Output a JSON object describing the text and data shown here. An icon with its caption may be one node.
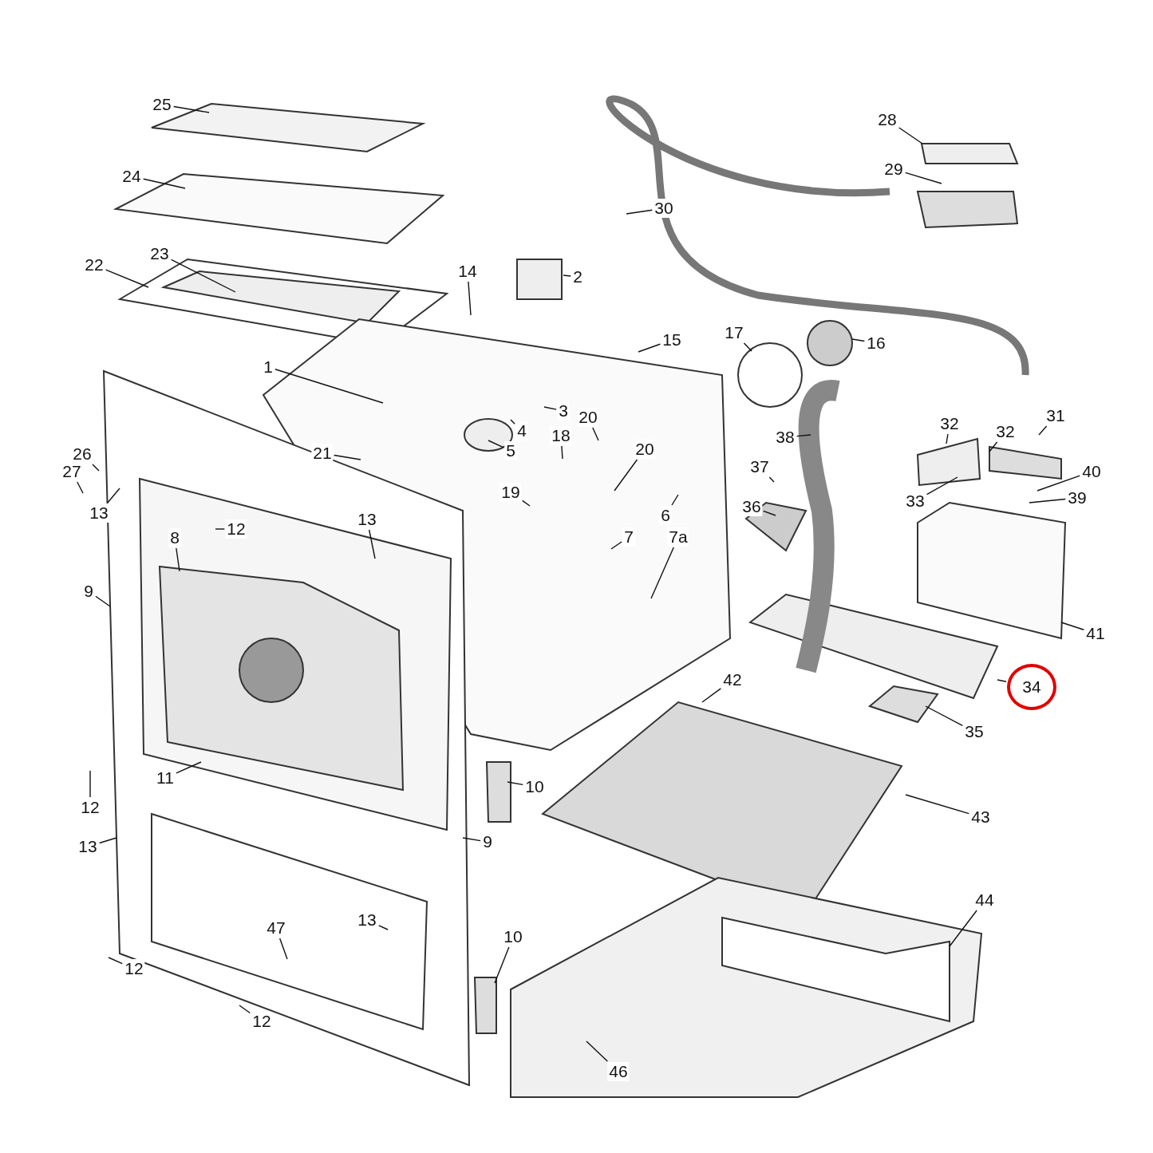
{
  "diagram": {
    "nodes": [
      {
        "text": [
          "25"
        ]
      },
      {
        "text": [
          "24"
        ]
      },
      {
        "text": [
          "22"
        ]
      },
      {
        "text": [
          "23"
        ]
      },
      {
        "text": [
          "14"
        ]
      },
      {
        "text": [
          "2"
        ]
      },
      {
        "text": [
          "15"
        ]
      },
      {
        "text": [
          "17"
        ]
      },
      {
        "text": [
          "16"
        ]
      },
      {
        "text": [
          "30"
        ]
      },
      {
        "text": [
          "28"
        ]
      },
      {
        "text": [
          "29"
        ]
      },
      {
        "text": [
          "1"
        ]
      },
      {
        "text": [
          "3"
        ]
      },
      {
        "text": [
          "4"
        ]
      },
      {
        "text": [
          "5"
        ]
      },
      {
        "text": [
          "20"
        ]
      },
      {
        "text": [
          "20"
        ]
      },
      {
        "text": [
          "18"
        ]
      },
      {
        "text": [
          "21"
        ]
      },
      {
        "text": [
          "19"
        ]
      },
      {
        "text": [
          "6"
        ]
      },
      {
        "text": [
          "7"
        ]
      },
      {
        "text": [
          "7a"
        ]
      },
      {
        "text": [
          "26"
        ]
      },
      {
        "text": [
          "27"
        ]
      },
      {
        "text": [
          "13"
        ]
      },
      {
        "text": [
          "12"
        ]
      },
      {
        "text": [
          "13"
        ]
      },
      {
        "text": [
          "8"
        ]
      },
      {
        "text": [
          "9"
        ]
      },
      {
        "text": [
          "38"
        ]
      },
      {
        "text": [
          "37"
        ]
      },
      {
        "text": [
          "36"
        ]
      },
      {
        "text": [
          "32"
        ]
      },
      {
        "text": [
          "32"
        ]
      },
      {
        "text": [
          "31"
        ]
      },
      {
        "text": [
          "40"
        ]
      },
      {
        "text": [
          "39"
        ]
      },
      {
        "text": [
          "33"
        ]
      },
      {
        "text": [
          "41"
        ]
      },
      {
        "text": [
          "34"
        ]
      },
      {
        "text": [
          "35"
        ]
      },
      {
        "text": [
          "42"
        ]
      },
      {
        "text": [
          "43"
        ]
      },
      {
        "text": [
          "44"
        ]
      },
      {
        "text": [
          "11"
        ]
      },
      {
        "text": [
          "10"
        ]
      },
      {
        "text": [
          "9"
        ]
      },
      {
        "text": [
          "12"
        ]
      },
      {
        "text": [
          "13"
        ]
      },
      {
        "text": [
          "13"
        ]
      },
      {
        "text": [
          "47"
        ]
      },
      {
        "text": [
          "10"
        ]
      },
      {
        "text": [
          "12"
        ]
      },
      {
        "text": [
          "12"
        ]
      },
      {
        "text": [
          "46"
        ]
      }
    ],
    "edges": [
      {
        "from": 0,
        "to": null,
        "arrow": "none"
      },
      {
        "from": 1,
        "to": null,
        "arrow": "none"
      },
      {
        "from": 2,
        "to": null,
        "arrow": "none"
      },
      {
        "from": 3,
        "to": null,
        "arrow": "none"
      },
      {
        "from": 4,
        "to": null,
        "arrow": "none"
      },
      {
        "from": 5,
        "to": null,
        "arrow": "none"
      },
      {
        "from": 6,
        "to": null,
        "arrow": "none"
      },
      {
        "from": 7,
        "to": null,
        "arrow": "none"
      },
      {
        "from": 8,
        "to": null,
        "arrow": "none"
      },
      {
        "from": 9,
        "to": null,
        "arrow": "none"
      },
      {
        "from": 10,
        "to": null,
        "arrow": "none"
      },
      {
        "from": 11,
        "to": null,
        "arrow": "none"
      },
      {
        "from": 12,
        "to": null,
        "arrow": "none"
      },
      {
        "from": 13,
        "to": null,
        "arrow": "none"
      },
      {
        "from": 14,
        "to": null,
        "arrow": "none"
      },
      {
        "from": 15,
        "to": null,
        "arrow": "none"
      },
      {
        "from": 16,
        "to": null,
        "arrow": "none"
      },
      {
        "from": 17,
        "to": null,
        "arrow": "none"
      },
      {
        "from": 18,
        "to": null,
        "arrow": "none"
      },
      {
        "from": 19,
        "to": null,
        "arrow": "none"
      },
      {
        "from": 20,
        "to": null,
        "arrow": "none"
      },
      {
        "from": 21,
        "to": null,
        "arrow": "none"
      },
      {
        "from": 22,
        "to": null,
        "arrow": "none"
      },
      {
        "from": 23,
        "to": null,
        "arrow": "none"
      },
      {
        "from": 24,
        "to": null,
        "arrow": "none"
      },
      {
        "from": 25,
        "to": null,
        "arrow": "none"
      },
      {
        "from": 26,
        "to": null,
        "arrow": "none"
      },
      {
        "from": 27,
        "to": null,
        "arrow": "none"
      },
      {
        "from": 28,
        "to": null,
        "arrow": "none"
      },
      {
        "from": 29,
        "to": null,
        "arrow": "none"
      },
      {
        "from": 30,
        "to": null,
        "arrow": "none"
      },
      {
        "from": 31,
        "to": null,
        "arrow": "none"
      },
      {
        "from": 32,
        "to": null,
        "arrow": "none"
      },
      {
        "from": 33,
        "to": null,
        "arrow": "none"
      },
      {
        "from": 34,
        "to": null,
        "arrow": "none"
      },
      {
        "from": 35,
        "to": null,
        "arrow": "none"
      },
      {
        "from": 36,
        "to": null,
        "arrow": "none"
      },
      {
        "from": 37,
        "to": null,
        "arrow": "none"
      },
      {
        "from": 38,
        "to": null,
        "arrow": "none"
      },
      {
        "from": 39,
        "to": null,
        "arrow": "none"
      },
      {
        "from": 40,
        "to": null,
        "arrow": "none"
      },
      {
        "from": 41,
        "to": null,
        "arrow": "none"
      },
      {
        "from": 42,
        "to": null,
        "arrow": "none"
      },
      {
        "from": 43,
        "to": null,
        "arrow": "none"
      },
      {
        "from": 44,
        "to": null,
        "arrow": "none"
      },
      {
        "from": 45,
        "to": null,
        "arrow": "none"
      },
      {
        "from": 46,
        "to": null,
        "arrow": "none"
      },
      {
        "from": 47,
        "to": null,
        "arrow": "none"
      },
      {
        "from": 48,
        "to": null,
        "arrow": "none"
      },
      {
        "from": 49,
        "to": null,
        "arrow": "none"
      },
      {
        "from": 50,
        "to": null,
        "arrow": "none"
      },
      {
        "from": 51,
        "to": null,
        "arrow": "none"
      },
      {
        "from": 52,
        "to": null,
        "arrow": "none"
      },
      {
        "from": 53,
        "to": null,
        "arrow": "none"
      },
      {
        "from": 54,
        "to": null,
        "arrow": "none"
      },
      {
        "from": 55,
        "to": null,
        "arrow": "none"
      },
      {
        "from": 56,
        "to": null,
        "arrow": "none"
      }
    ]
  }
}
